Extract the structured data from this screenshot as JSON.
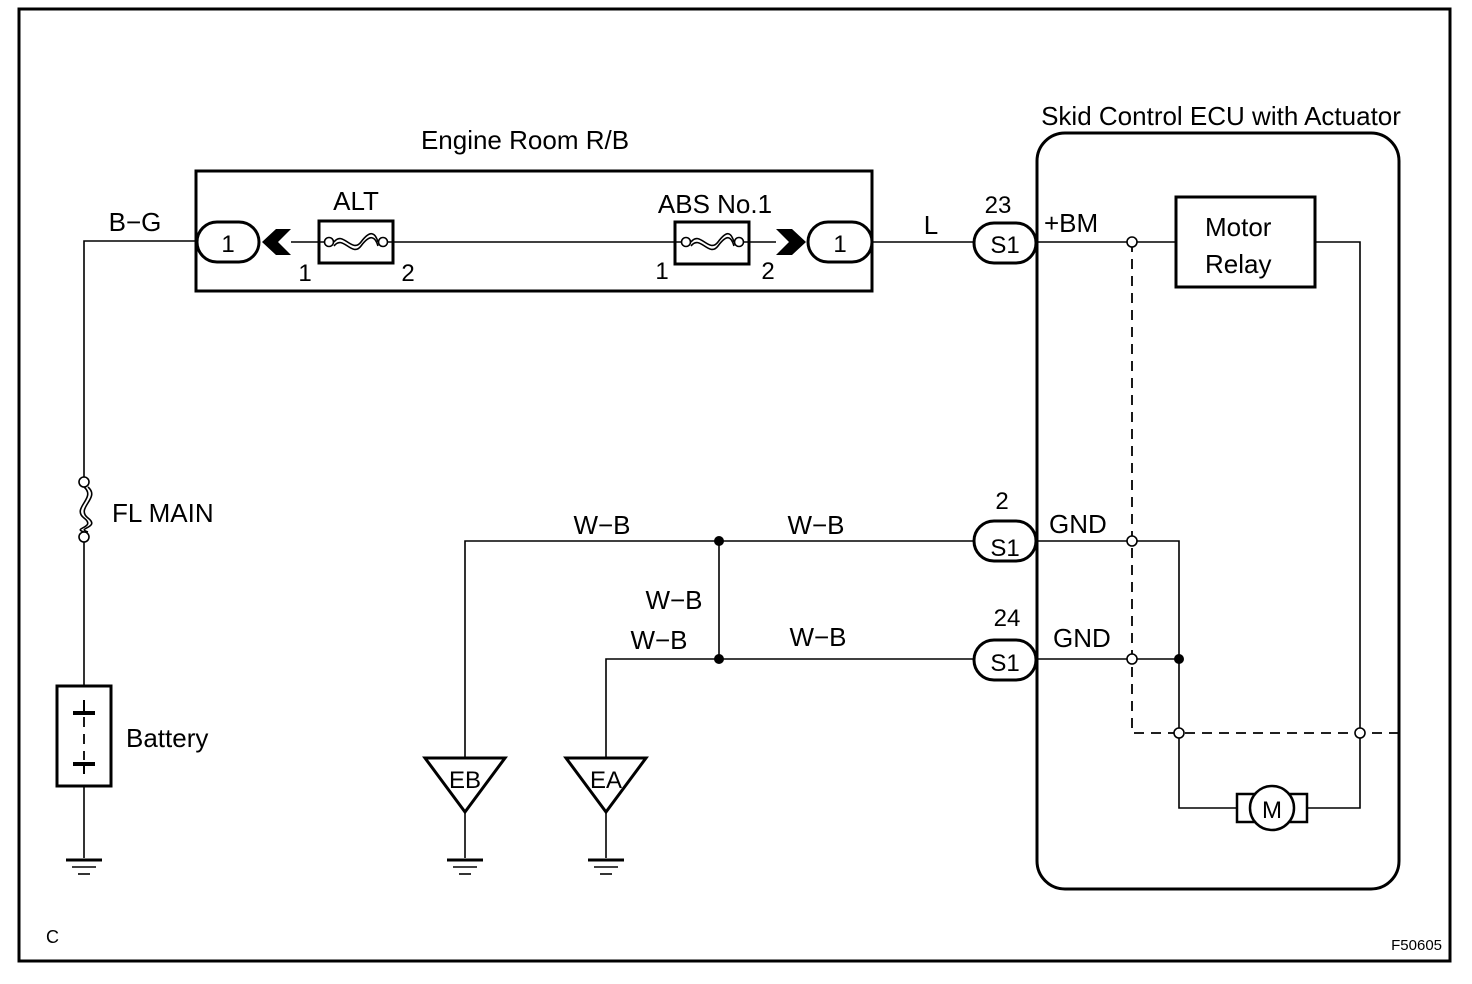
{
  "figure_code": "F50605",
  "corner_letter": "C",
  "components": {
    "relay_box": "Engine Room R/B",
    "ecu": "Skid Control ECU with Actuator",
    "fuse_alt": "ALT",
    "fuse_abs": "ABS No.1",
    "fusible_link": "FL MAIN",
    "battery": "Battery",
    "motor_relay_line1": "Motor",
    "motor_relay_line2": "Relay",
    "motor": "M"
  },
  "wires": {
    "battery_feed": "B−G",
    "ecu_feed": "L",
    "ground_1": "W−B",
    "ground_2": "W−B",
    "ground_3": "W−B",
    "ground_4": "W−B",
    "ground_5": "W−B"
  },
  "pins": {
    "rb_in_connector": "1",
    "rb_out_connector": "1",
    "alt_pin_a": "1",
    "alt_pin_b": "2",
    "abs_pin_a": "1",
    "abs_pin_b": "2",
    "s1_bm_number": "23",
    "s1_bm_label": "S1",
    "s1_gnd1_number": "2",
    "s1_gnd1_label": "S1",
    "s1_gnd2_number": "24",
    "s1_gnd2_label": "S1"
  },
  "terminals": {
    "bm": "+BM",
    "gnd1": "GND",
    "gnd2": "GND"
  },
  "grounds": {
    "eb": "EB",
    "ea": "EA"
  }
}
